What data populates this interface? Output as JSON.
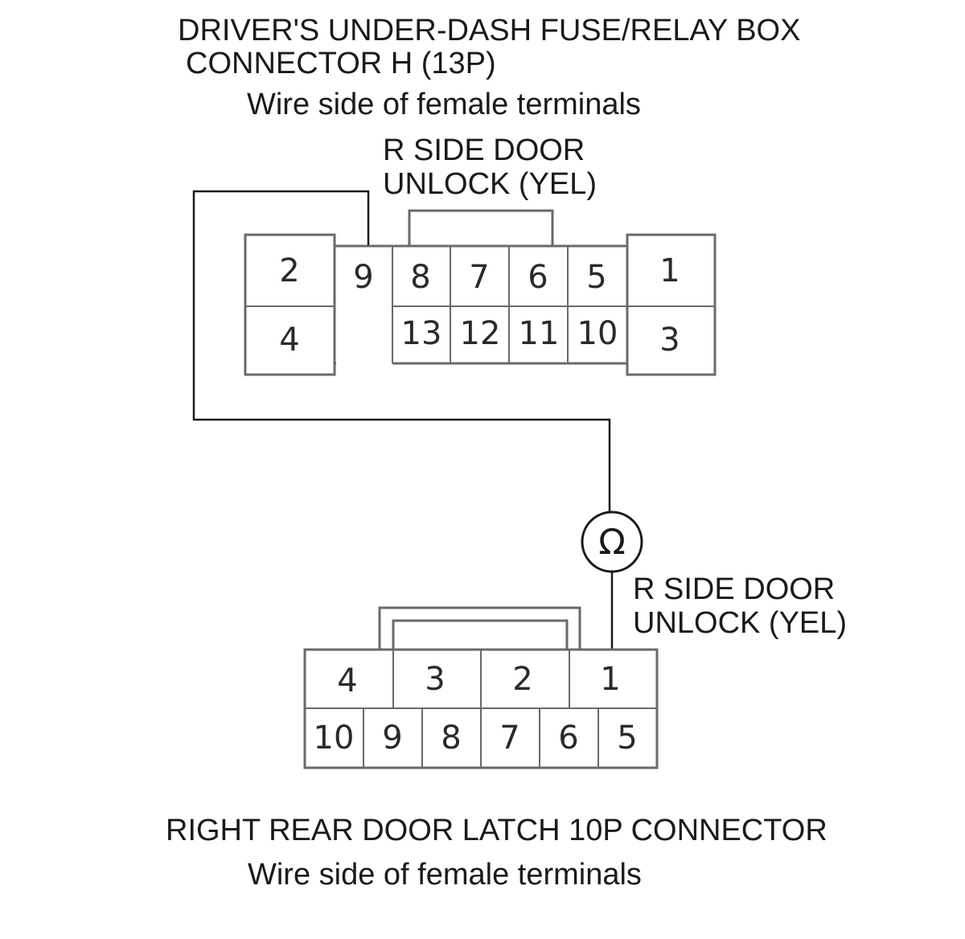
{
  "top_connector": {
    "title_line1": "DRIVER'S UNDER-DASH FUSE/RELAY BOX",
    "title_line2": "CONNECTOR H (13P)",
    "subtitle": "Wire side of female terminals",
    "wire_label_line1": "R SIDE DOOR",
    "wire_label_line2": "UNLOCK (YEL)",
    "pins": {
      "p1": "1",
      "p2": "2",
      "p3": "3",
      "p4": "4",
      "p5": "5",
      "p6": "6",
      "p7": "7",
      "p8": "8",
      "p9": "9",
      "p10": "10",
      "p11": "11",
      "p12": "12",
      "p13": "13"
    }
  },
  "meter": {
    "symbol": "Ω",
    "icon": "ohmmeter-icon"
  },
  "bottom_connector": {
    "wire_label_line1": "R SIDE DOOR",
    "wire_label_line2": "UNLOCK (YEL)",
    "title": "RIGHT REAR DOOR LATCH 10P CONNECTOR",
    "subtitle": "Wire side of female terminals",
    "pins": {
      "p1": "1",
      "p2": "2",
      "p3": "3",
      "p4": "4",
      "p5": "5",
      "p6": "6",
      "p7": "7",
      "p8": "8",
      "p9": "9",
      "p10": "10"
    }
  }
}
